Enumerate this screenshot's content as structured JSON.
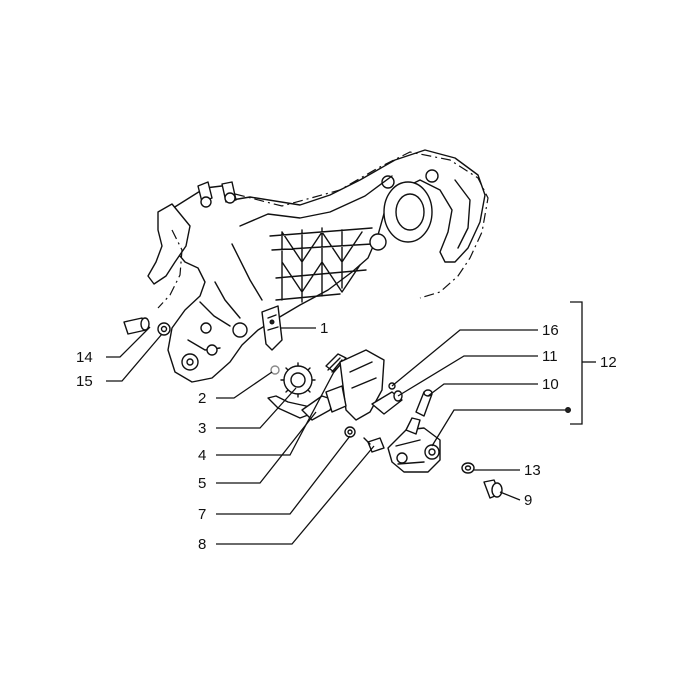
{
  "callouts": [
    {
      "id": "1",
      "label": "1"
    },
    {
      "id": "2",
      "label": "2"
    },
    {
      "id": "3",
      "label": "3"
    },
    {
      "id": "4",
      "label": "4"
    },
    {
      "id": "5",
      "label": "5"
    },
    {
      "id": "7",
      "label": "7"
    },
    {
      "id": "8",
      "label": "8"
    },
    {
      "id": "9",
      "label": "9"
    },
    {
      "id": "10",
      "label": "10"
    },
    {
      "id": "11",
      "label": "11"
    },
    {
      "id": "12",
      "label": "12"
    },
    {
      "id": "13",
      "label": "13"
    },
    {
      "id": "14",
      "label": "14"
    },
    {
      "id": "15",
      "label": "15"
    },
    {
      "id": "16",
      "label": "16"
    }
  ],
  "colors": {
    "ink": "#111111",
    "paper": "#ffffff"
  }
}
